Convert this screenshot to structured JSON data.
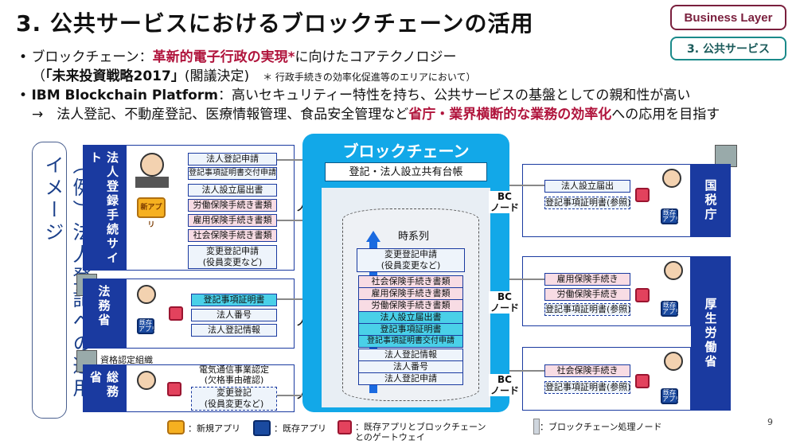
{
  "title": "3. 公共サービスにおけるブロックチェーンの活用",
  "tag": {
    "layer": "Business Layer",
    "section": "3. 公共サービス"
  },
  "bullets": {
    "b1_pre": "ブロックチェーン：",
    "b1_red": "革新的電子行政の実現*",
    "b1_post": "に向けたコアテクノロジー",
    "b1_line2_a": "（",
    "b1_line2_b": "「未来投資戦略2017」",
    "b1_line2_c": "(閣議決定)",
    "b1_note": "＊ 行政手続きの効率化促進等のエリアにおいて）",
    "b2_bold": "IBM Blockchain Platform",
    "b2_rest": "：高いセキュリティー特性を持ち、公共サービスの基盤としての親和性が高い",
    "b3_pre": "→　法人登記、不動産登記、医療情報管理、食品安全管理など",
    "b3_red": "省庁・業界横断的な業務の効率化",
    "b3_post": "への応用を目指す"
  },
  "vertical_label": "（例）法人登記への適用イメージ",
  "left": {
    "site_label": "法人登録手続サイト",
    "site_docs": [
      "法人登記申請",
      "登記事項証明書交付申請",
      "法人設立届出書",
      "労働保険手続き書類",
      "雇用保険手続き書類",
      "社会保険手続き書類",
      "変更登記申請\n(役員変更など)"
    ],
    "new_app": "新アプリ",
    "moj_label": "法務省",
    "moj_docs": [
      "登記事項証明書",
      "法人番号",
      "法人登記情報"
    ],
    "existing_app": "既存\nアプリ",
    "mic_top": "資格認定組織",
    "mic_label": "総務省",
    "mic_docs": [
      "電気通信事業認定\n(欠格事由確認)",
      "変更登記\n(役員変更など)"
    ]
  },
  "blockchain": {
    "title": "ブロックチェーン",
    "ledger": "登記・法人設立共有台帳",
    "timeseries": "時系列",
    "records": [
      "変更登記申請\n(役員変更など)",
      "社会保険手続き書類",
      "雇用保険手続き書類",
      "労働保険手続き書類",
      "法人設立届出書",
      "登記事項証明書",
      "登記事項証明書交付申請",
      "法人登記情報",
      "法人番号",
      "法人登記申請"
    ],
    "bc_node": "BC\nノード"
  },
  "right": {
    "nta_label": "国税庁",
    "nta_docs": [
      "法人設立届出",
      "登記事項証明書(参照)"
    ],
    "mhlw_label": "厚生労働省",
    "mhlw_docs": [
      "雇用保険手続き",
      "労働保険手続き",
      "登記事項証明書(参照)"
    ],
    "mhlw2_docs": [
      "社会保険手続き",
      "登記事項証明書(参照)"
    ],
    "existing_app": "既存\nアプリ"
  },
  "legend": {
    "new_app": "：新規アプリ",
    "existing_app": "：既存アプリ",
    "gateway": "：既存アプリとブロックチェーン\nとのゲートウェイ",
    "node": "：ブロックチェーン処理ノード"
  },
  "page_number": "9"
}
